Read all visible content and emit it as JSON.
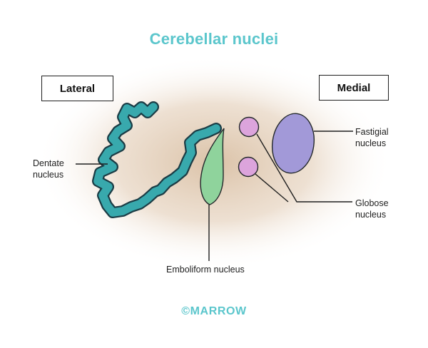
{
  "title": "Cerebellar nuclei",
  "boxes": {
    "lateral": "Lateral",
    "medial": "Medial"
  },
  "labels": {
    "dentate_line1": "Dentate",
    "dentate_line2": "nucleus",
    "emboliform": "Emboliform nucleus",
    "fastigial_line1": "Fastigial",
    "fastigial_line2": "nucleus",
    "globose_line1": "Globose",
    "globose_line2": "nucleus"
  },
  "watermark": "©MARROW",
  "colors": {
    "title": "#5bc6cc",
    "dentate_fill": "#38a9ad",
    "dentate_stroke": "#1b3c45",
    "emboliform_fill": "#8fd39c",
    "fastigial_fill": "#a299d8",
    "globose_fill": "#dca4dc",
    "outline": "#23282b",
    "background_glow": "#d9bfa3",
    "watermark": "#5bc6cc"
  }
}
